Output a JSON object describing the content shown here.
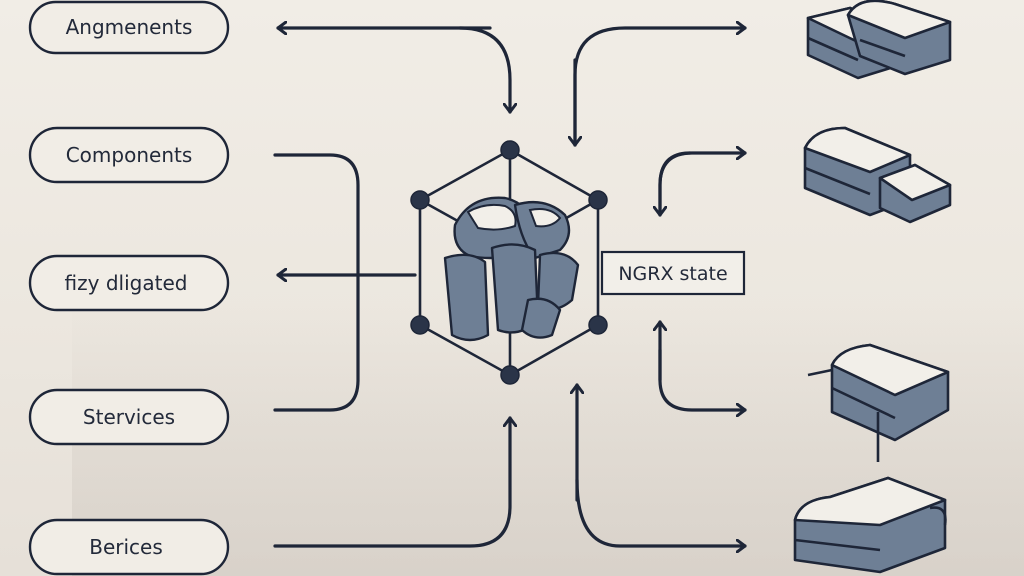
{
  "left_nodes": [
    {
      "id": "augmentations",
      "label": "Angmenents"
    },
    {
      "id": "components",
      "label": "Components"
    },
    {
      "id": "fizzy",
      "label": "fizy dligated"
    },
    {
      "id": "stervices",
      "label": "Stervices"
    },
    {
      "id": "berices",
      "label": "Berices"
    }
  ],
  "center": {
    "label": "NGRX state",
    "icon": "ngrx-cube-icon"
  },
  "right_nodes": [
    {
      "icon": "database-stack-icon"
    },
    {
      "icon": "database-stack-icon"
    },
    {
      "icon": "database-stack-icon"
    },
    {
      "icon": "database-stack-icon"
    }
  ],
  "colors": {
    "line": "#1e2638",
    "pill_fill": "#f1ede6",
    "box_fill": "#6e7f95",
    "box_top": "#f2efe9"
  }
}
